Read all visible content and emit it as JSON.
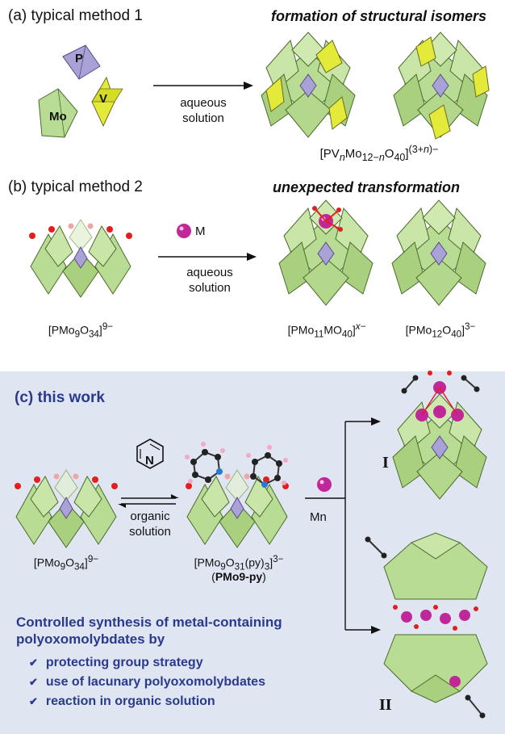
{
  "panel_a": {
    "label": "(a) typical method 1",
    "heading": "formation of structural isomers",
    "units": {
      "p": "P",
      "v": "V",
      "mo": "Mo"
    },
    "conditions": [
      "aqueous",
      "solution"
    ],
    "product": {
      "prefix": "[PV",
      "n1": "n",
      "mid1": "Mo",
      "sub2": "12−",
      "n2": "n",
      "mid2": "O",
      "sub3": "40",
      "close": "]",
      "charge_a": "(3+",
      "charge_n": "n",
      "charge_b": ")−"
    }
  },
  "panel_b": {
    "label": "(b) typical method 2",
    "heading": "unexpected transformation",
    "reactant": {
      "pre": "[PMo",
      "s1": "9",
      "mid": "O",
      "s2": "34",
      "close": "]",
      "charge": "9−"
    },
    "reagent": "M",
    "conditions": [
      "aqueous",
      "solution"
    ],
    "product1": {
      "pre": "[PMo",
      "s1": "11",
      "mid": "MO",
      "s2": "40",
      "close": "]",
      "charge": "x−"
    },
    "product2": {
      "pre": "[PMo",
      "s1": "12",
      "mid": "O",
      "s2": "40",
      "close": "]",
      "charge": "3−"
    }
  },
  "panel_c": {
    "label": "(c) this work",
    "reactant": {
      "pre": "[PMo",
      "s1": "9",
      "mid": "O",
      "s2": "34",
      "close": "]",
      "charge": "9−"
    },
    "pyridine_atom": "N",
    "conditions": [
      "organic",
      "solution"
    ],
    "intermediate": {
      "pre": "[PMo",
      "s1": "9",
      "mid": "O",
      "s2": "31",
      "tail": "(py)",
      "s3": "3",
      "close": "]",
      "charge": "3−",
      "name": "(PMo9-py)",
      "name_open": "(",
      "name_bold": "PMo9-py",
      "name_close": ")"
    },
    "reagent": "Mn",
    "product_labels": [
      "I",
      "II"
    ],
    "summary": [
      "Controlled synthesis of metal-containing",
      "polyoxomolybdates by"
    ],
    "bullets": [
      "protecting group strategy",
      "use of lacunary polyoxomolybdates",
      "reaction in organic solution"
    ],
    "check_mark": "✔"
  },
  "colors": {
    "polyhedra_green": "#b8dc94",
    "vanadium_yellow": "#e4ea3a",
    "phosphate_purple": "#a9a2d6",
    "metal_magenta": "#c2279a",
    "oxygen_red": "#e21f1f",
    "panel_bg": "#dfe6f2",
    "text_navy": "#2a3a8c"
  }
}
